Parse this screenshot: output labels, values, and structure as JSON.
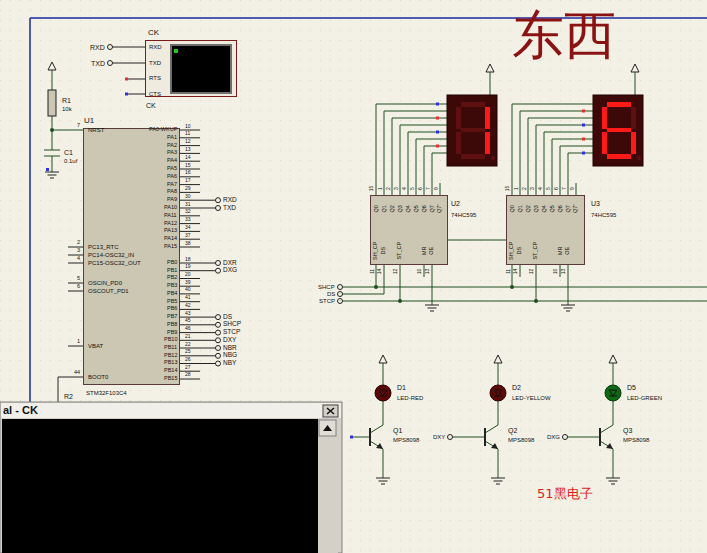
{
  "diagram": {
    "title": "东西",
    "nodes": [
      {
        "text": [
          "CK"
        ]
      },
      {
        "text": [
          "U1",
          "STM32F103C4"
        ]
      },
      {
        "text": [
          "U2",
          "74HC595"
        ]
      },
      {
        "text": [
          "U3",
          "74HC595"
        ]
      }
    ],
    "edges": [
      {
        "from": 2,
        "to": 3,
        "arrow": "none"
      }
    ],
    "labels": [
      "RXD",
      "TXD",
      "RXD",
      "TXD",
      "RTS",
      "CTS",
      "CK",
      "R1",
      "10k",
      "C1",
      "0.1uf",
      "NRST",
      "PC13_RTC",
      "PC14-OSC32_IN",
      "PC15-OSC32_OUT",
      "OSCIN_PD0",
      "OSCOUT_PD1",
      "VBAT",
      "BOOT0",
      "7",
      "2",
      "3",
      "4",
      "5",
      "6",
      "1",
      "44",
      "PA0-WKUP",
      "PA1",
      "PA2",
      "PA3",
      "PA4",
      "PA5",
      "PA6",
      "PA7",
      "PA8",
      "PA9",
      "PA10",
      "PA11",
      "PA12",
      "PA13",
      "PA14",
      "PA15",
      "PB0",
      "PB1",
      "PB2",
      "PB3",
      "PB4",
      "PB5",
      "PB6",
      "PB7",
      "PB8",
      "PB9",
      "PB10",
      "PB11",
      "PB12",
      "PB13",
      "PB14",
      "PB15",
      "10",
      "11",
      "12",
      "13",
      "14",
      "15",
      "16",
      "17",
      "29",
      "30",
      "31",
      "32",
      "33",
      "34",
      "37",
      "38",
      "18",
      "19",
      "20",
      "39",
      "40",
      "41",
      "42",
      "43",
      "45",
      "46",
      "21",
      "22",
      "25",
      "26",
      "27",
      "28",
      "RXD",
      "TXD",
      "DXR",
      "DXG",
      "DS",
      "SHCP",
      "STCP",
      "DXY",
      "NBR",
      "NBG",
      "NBY",
      "Q0",
      "Q1",
      "Q2",
      "Q3",
      "Q4",
      "Q5",
      "Q6",
      "Q7",
      "Q7'",
      "15",
      "1",
      "2",
      "3",
      "4",
      "5",
      "6",
      "7",
      "9",
      "SH_CP",
      "DS",
      "ST_CP",
      "MR",
      "OE",
      "11",
      "14",
      "12",
      "10",
      "13",
      "Q0",
      "Q1",
      "Q2",
      "Q3",
      "Q4",
      "Q5",
      "Q6",
      "Q7",
      "Q7'",
      "15",
      "1",
      "2",
      "3",
      "4",
      "5",
      "6",
      "7",
      "9",
      "SH_CP",
      "DS",
      "ST_CP",
      "MR",
      "OE",
      "11",
      "14",
      "12",
      "10",
      "13",
      "SHCP",
      "DS",
      "STCP",
      "D1",
      "LED-RED",
      "D2",
      "LED-YELLOW",
      "D5",
      "LED-GREEN",
      "Q1",
      "MPS8098",
      "Q2",
      "MPS8098",
      "Q3",
      "MPS8098",
      "DXY",
      "DXG",
      "51黑电子",
      "al - CK",
      "R2"
    ]
  }
}
